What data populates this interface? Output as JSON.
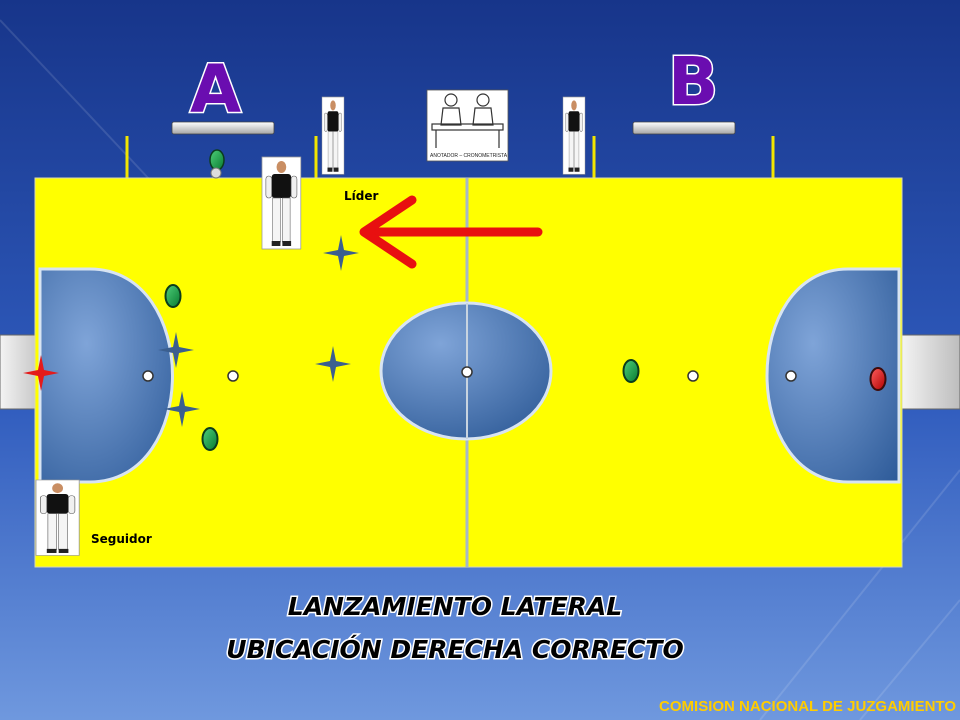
{
  "teams": {
    "a": "A",
    "b": "B"
  },
  "labels": {
    "leader": "Líder",
    "follower": "Seguidor"
  },
  "table_caption": "ANOTADOR – CRONOMETRISTA",
  "title": {
    "line1": "LANZAMIENTO LATERAL",
    "line2": "UBICACIÓN DERECHA CORRECTO"
  },
  "footer": "COMISION NACIONAL DE JUZGAMIENTO",
  "colors": {
    "background_dark": "#1c3d8f",
    "background_light": "#5a86d6",
    "court": "#ffff00",
    "area": "#4a76b4",
    "player_green": "#0fa040",
    "player_red": "#e01010",
    "throw_arrow": "#e81010",
    "star_blue": "#3b5f8f",
    "star_red": "#e41a1a",
    "bench_line": "#f2e600"
  },
  "icons": {
    "direction": "arrow-left-icon",
    "position_marker": "four-point-star-icon",
    "player": "oval-player-icon",
    "referee": "referee-figure-icon"
  }
}
